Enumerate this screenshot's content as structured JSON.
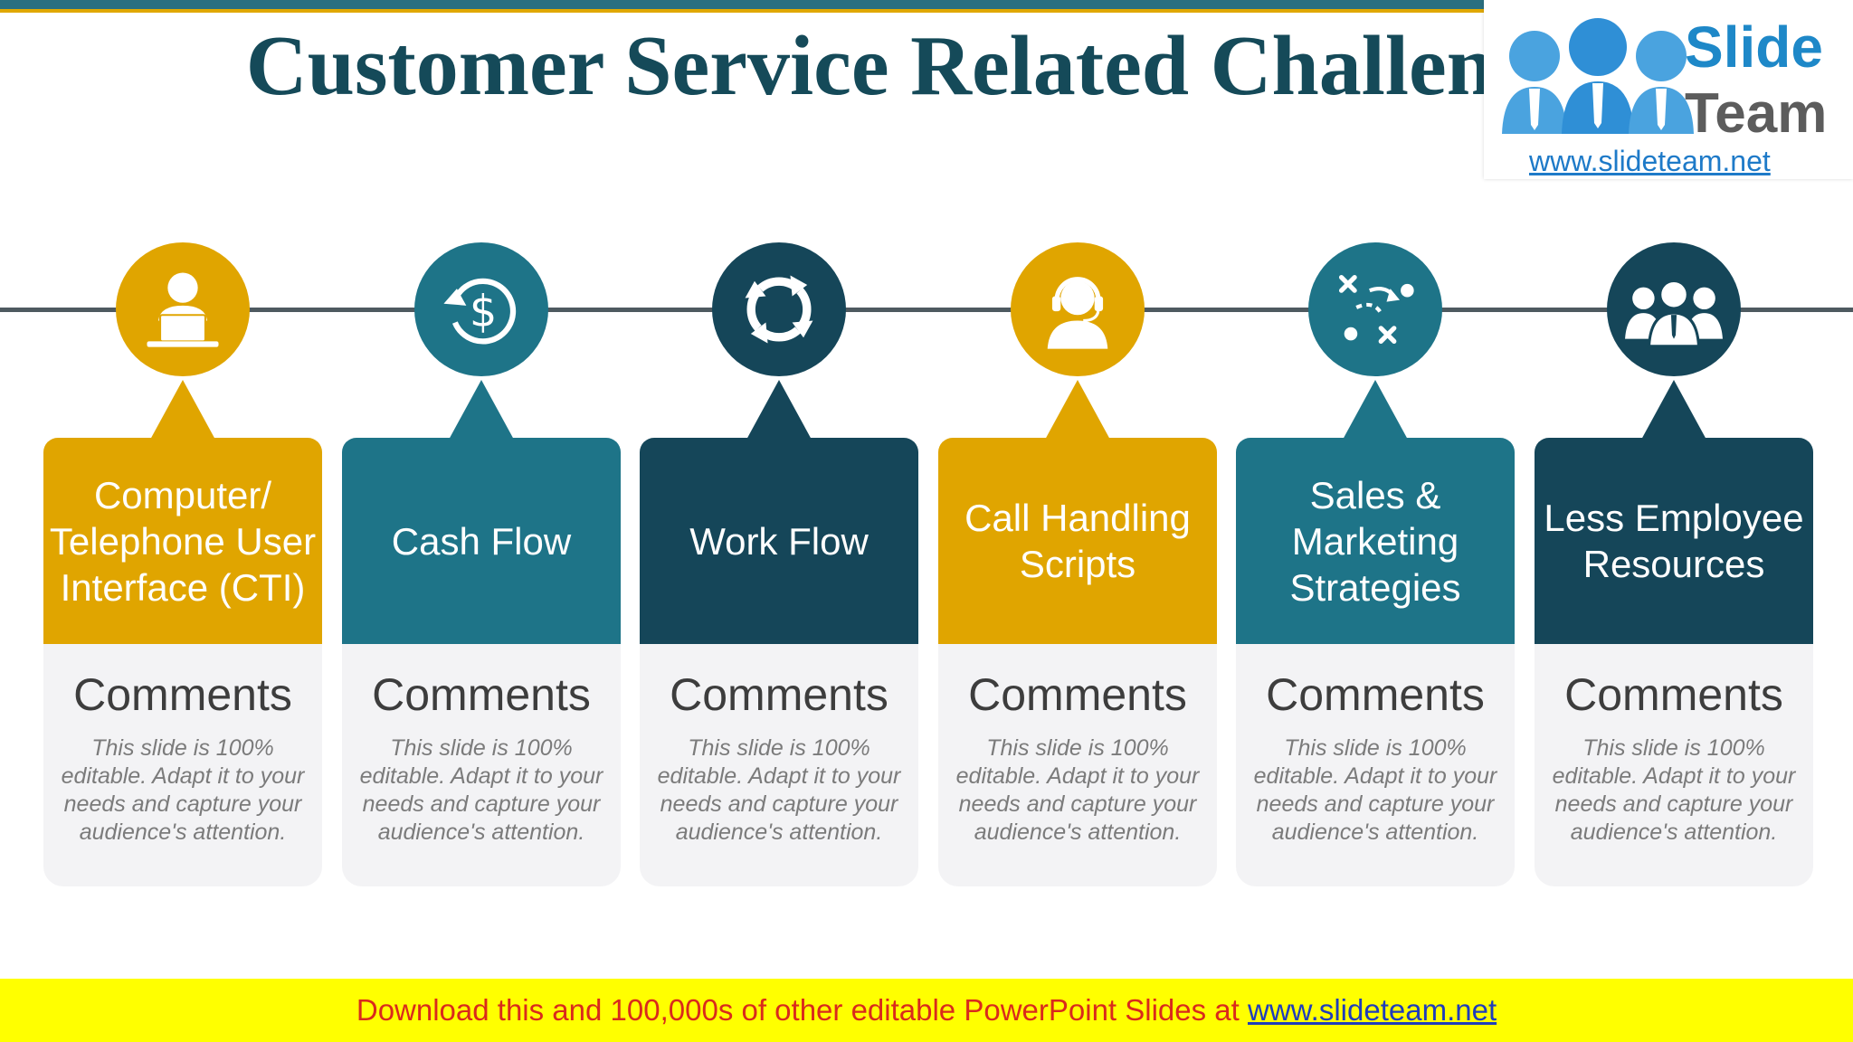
{
  "slide": {
    "title": "Customer Service Related Challenges"
  },
  "logo": {
    "word1": "Slide",
    "word2": "Team",
    "url": "www.slideteam.net"
  },
  "columns": [
    {
      "icon": "user-laptop-icon",
      "heading": "Computer/ Telephone User Interface (CTI)",
      "comments": "Comments",
      "text": "This slide is 100% editable. Adapt it to your needs and capture your audience's attention.",
      "color": "#e0a500"
    },
    {
      "icon": "dollar-cycle-icon",
      "heading": "Cash Flow",
      "comments": "Comments",
      "text": "This slide is 100% editable. Adapt it to your needs and capture your audience's attention.",
      "color": "#1e7488"
    },
    {
      "icon": "refresh-arrows-icon",
      "heading": "Work Flow",
      "comments": "Comments",
      "text": "This slide is 100% editable. Adapt it to your needs and capture your audience's attention.",
      "color": "#154659"
    },
    {
      "icon": "headset-agent-icon",
      "heading": "Call Handling Scripts",
      "comments": "Comments",
      "text": "This slide is 100% editable. Adapt it to your needs and capture your audience's attention.",
      "color": "#e0a500"
    },
    {
      "icon": "strategy-play-icon",
      "heading": "Sales & Marketing Strategies",
      "comments": "Comments",
      "text": "This slide is 100% editable. Adapt it to your needs and capture your audience's attention.",
      "color": "#1e7488"
    },
    {
      "icon": "team-group-icon",
      "heading": "Less Employee Resources",
      "comments": "Comments",
      "text": "This slide is 100% editable. Adapt it to your needs and capture your audience's attention.",
      "color": "#154659"
    }
  ],
  "footer": {
    "text": "Download this and 100,000s of other editable PowerPoint Slides at ",
    "link": "www.slideteam.net"
  }
}
